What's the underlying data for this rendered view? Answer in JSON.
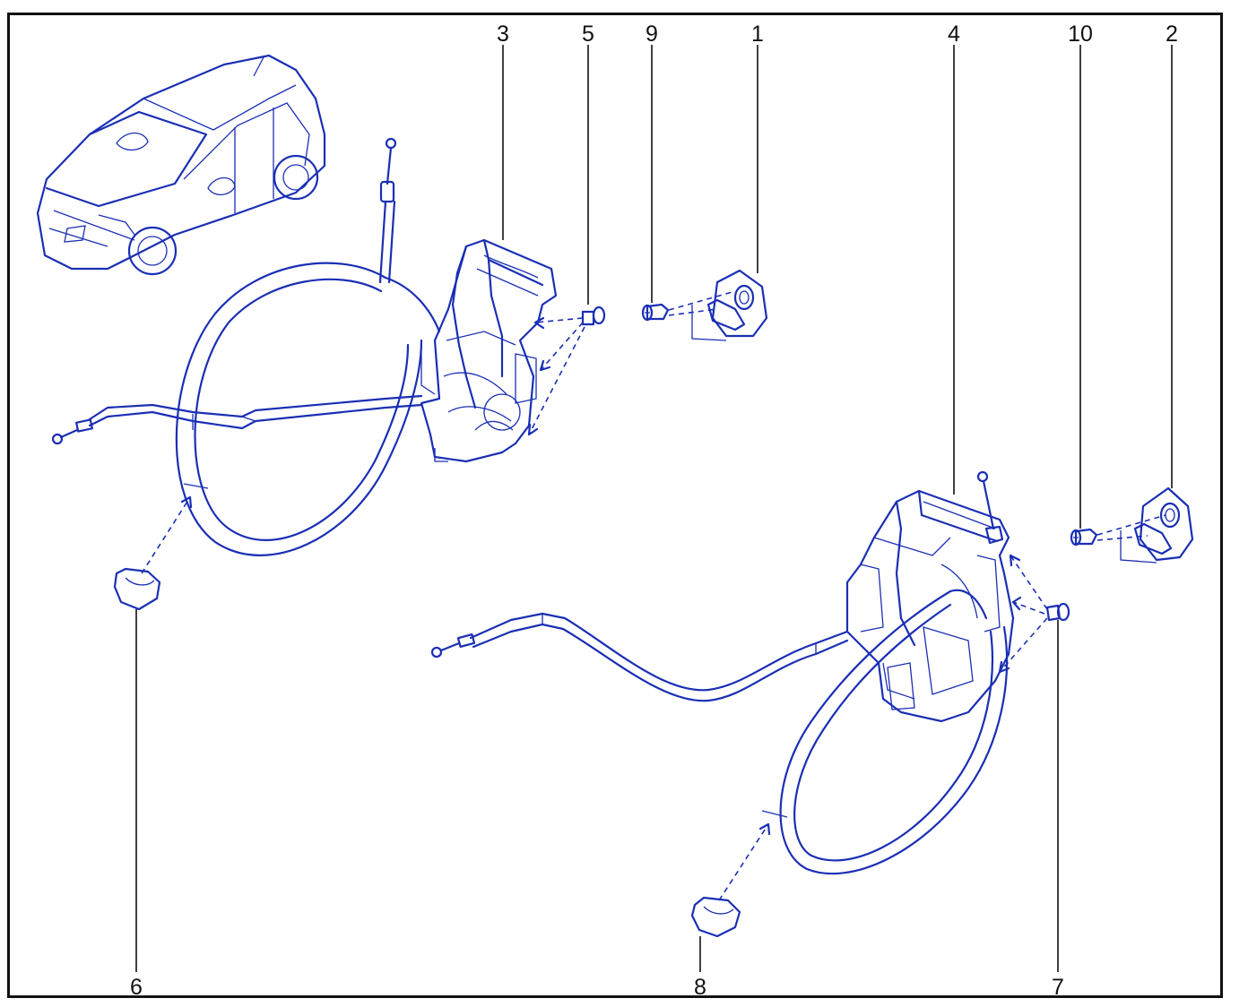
{
  "labels": {
    "l1": "1",
    "l2": "2",
    "l3": "3",
    "l4": "4",
    "l5": "5",
    "l6": "6",
    "l7": "7",
    "l8": "8",
    "l9": "9",
    "l10": "10"
  },
  "colors": {
    "line": "#1a2fb4",
    "leader": "#111111",
    "frame": "#111111"
  }
}
